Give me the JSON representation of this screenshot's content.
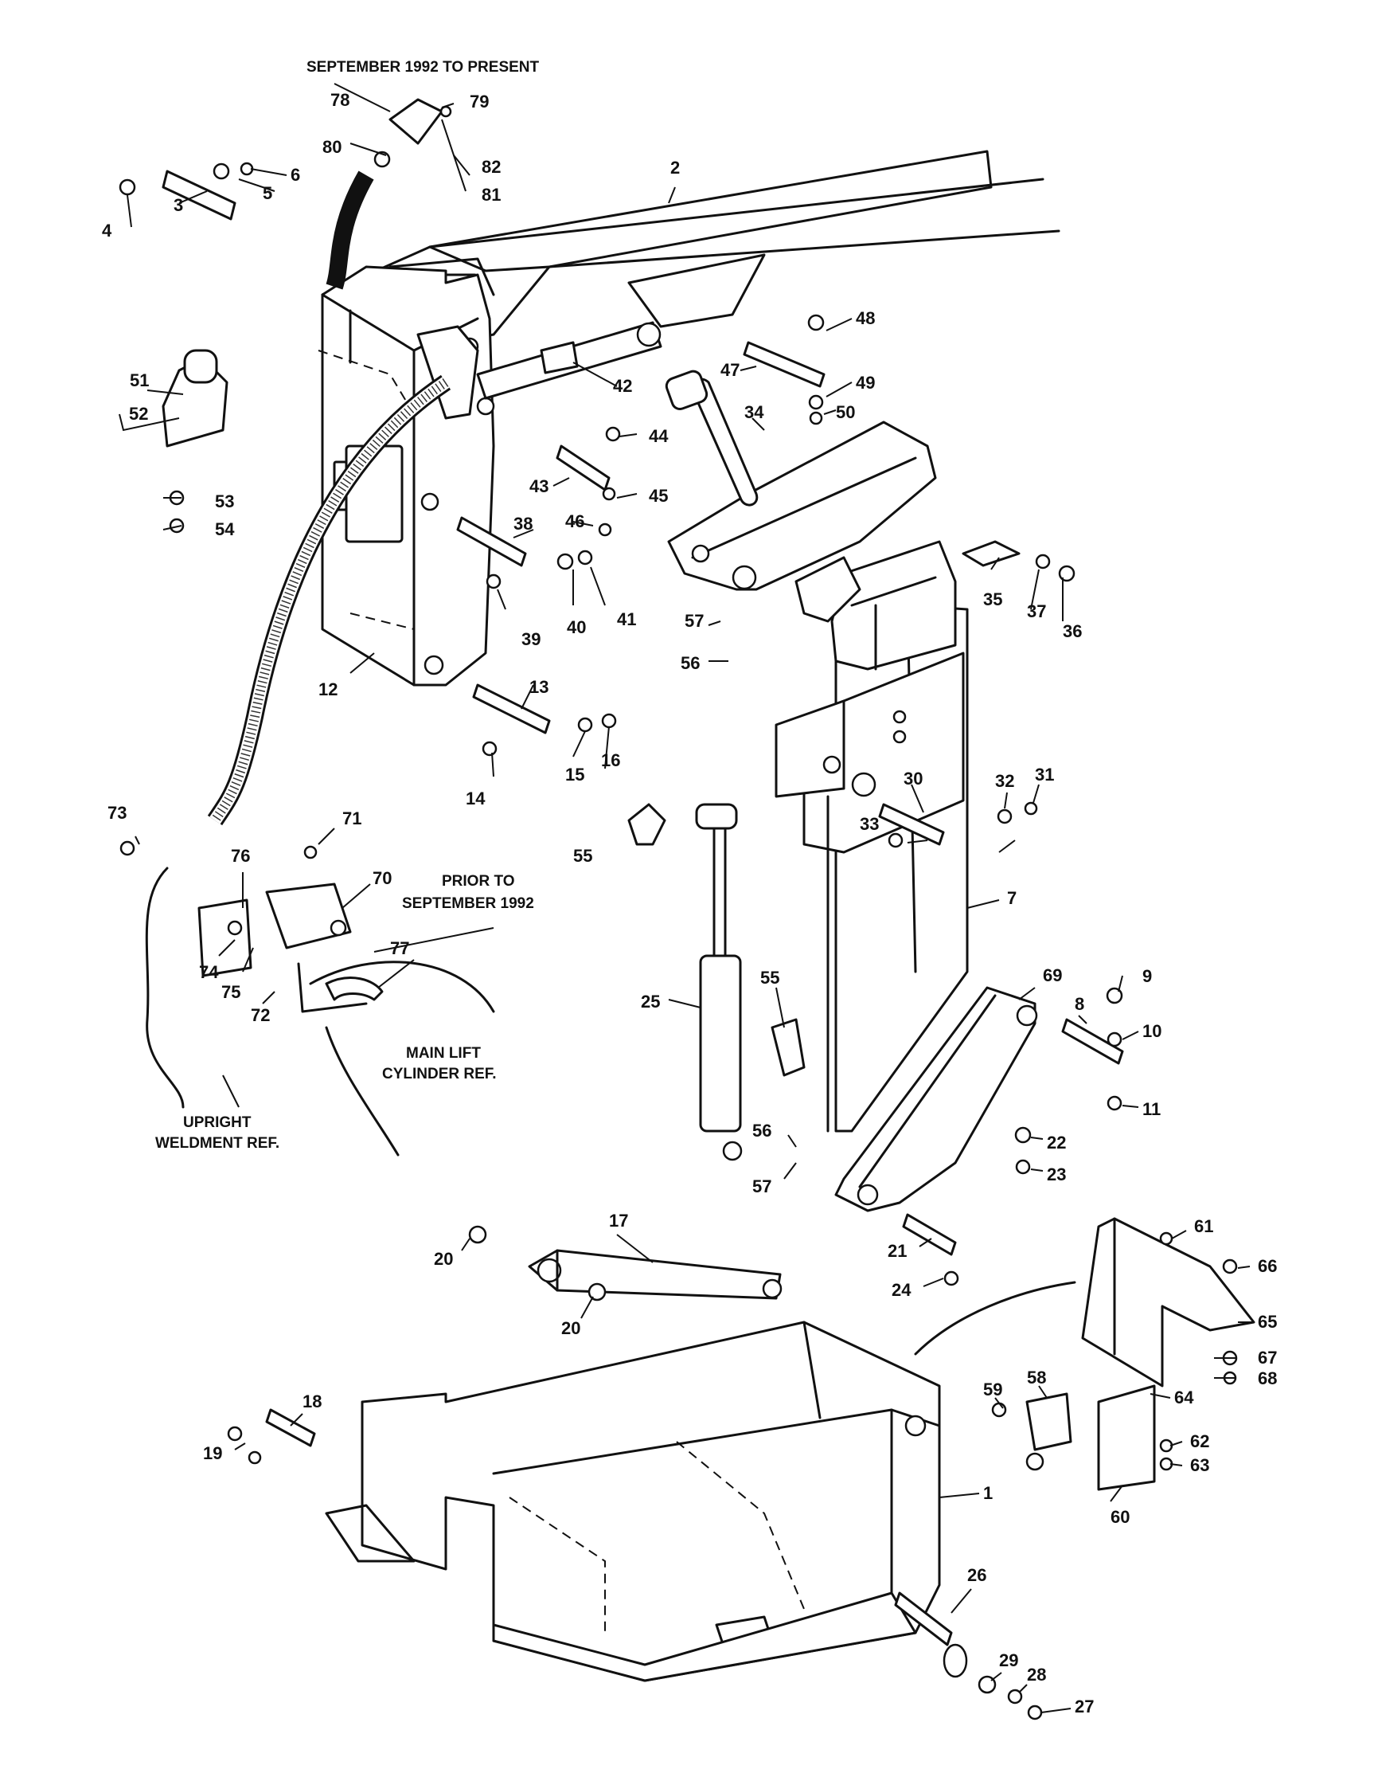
{
  "notes": {
    "september_1992_to_present": "SEPTEMBER 1992 TO PRESENT",
    "prior_line1": "PRIOR TO",
    "prior_line2": "SEPTEMBER 1992",
    "main_lift_line1": "MAIN LIFT",
    "main_lift_line2": "CYLINDER REF.",
    "upright_line1": "UPRIGHT",
    "upright_line2": "WELDMENT REF."
  },
  "callouts": {
    "c1": "1",
    "c2": "2",
    "c3": "3",
    "c4": "4",
    "c5": "5",
    "c6": "6",
    "c7": "7",
    "c8": "8",
    "c9": "9",
    "c10": "10",
    "c11": "11",
    "c12": "12",
    "c13": "13",
    "c14": "14",
    "c15": "15",
    "c16": "16",
    "c17": "17",
    "c18": "18",
    "c19": "19",
    "c20a": "20",
    "c20b": "20",
    "c21": "21",
    "c22": "22",
    "c23": "23",
    "c24": "24",
    "c25": "25",
    "c26": "26",
    "c27": "27",
    "c28": "28",
    "c29": "29",
    "c30": "30",
    "c31": "31",
    "c32": "32",
    "c33": "33",
    "c34": "34",
    "c35": "35",
    "c36": "36",
    "c37": "37",
    "c38": "38",
    "c39": "39",
    "c40": "40",
    "c41": "41",
    "c42": "42",
    "c43": "43",
    "c44": "44",
    "c45": "45",
    "c46": "46",
    "c47": "47",
    "c48": "48",
    "c49": "49",
    "c50": "50",
    "c51": "51",
    "c52": "52",
    "c53": "53",
    "c54": "54",
    "c55a": "55",
    "c55b": "55",
    "c56a": "56",
    "c56b": "56",
    "c57a": "57",
    "c57b": "57",
    "c58": "58",
    "c59": "59",
    "c60": "60",
    "c61": "61",
    "c62": "62",
    "c63": "63",
    "c64": "64",
    "c65": "65",
    "c66": "66",
    "c67": "67",
    "c68": "68",
    "c69": "69",
    "c70": "70",
    "c71": "71",
    "c72": "72",
    "c73": "73",
    "c74": "74",
    "c75": "75",
    "c76": "76",
    "c77": "77",
    "c78": "78",
    "c79": "79",
    "c80": "80",
    "c81": "81",
    "c82": "82"
  }
}
